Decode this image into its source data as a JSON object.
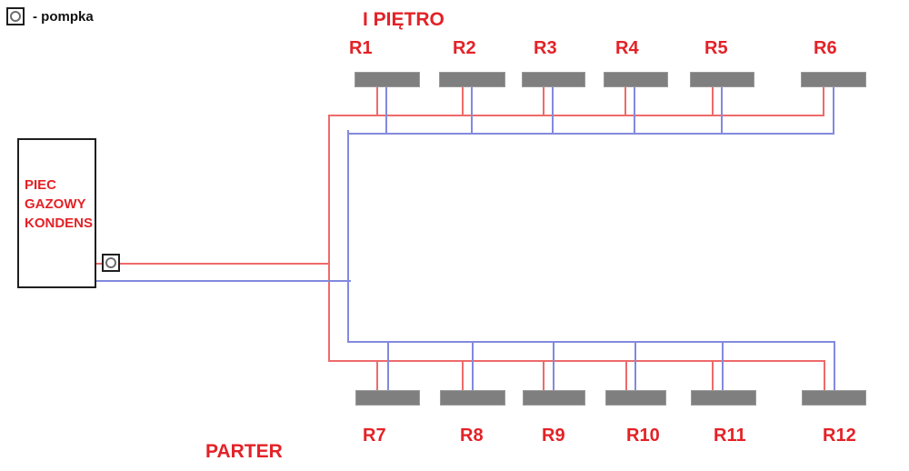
{
  "legend": {
    "label": "- pompka"
  },
  "titles": {
    "first_floor": "I PIĘTRO",
    "ground_floor": "PARTER"
  },
  "boiler": {
    "line1": "PIEC",
    "line2": "GAZOWY",
    "line3": "KONDENS"
  },
  "radiators": {
    "top": [
      "R1",
      "R2",
      "R3",
      "R4",
      "R5",
      "R6"
    ],
    "bottom": [
      "R7",
      "R8",
      "R9",
      "R10",
      "R11",
      "R12"
    ]
  },
  "colors": {
    "supply_pipe": "#ee6a6a",
    "return_pipe": "#828ade",
    "label_text": "#e32227",
    "radiator_fill": "#7f7f7f",
    "outline_black": "#1f1f1f",
    "pump_circle": "#6e6e6e"
  }
}
